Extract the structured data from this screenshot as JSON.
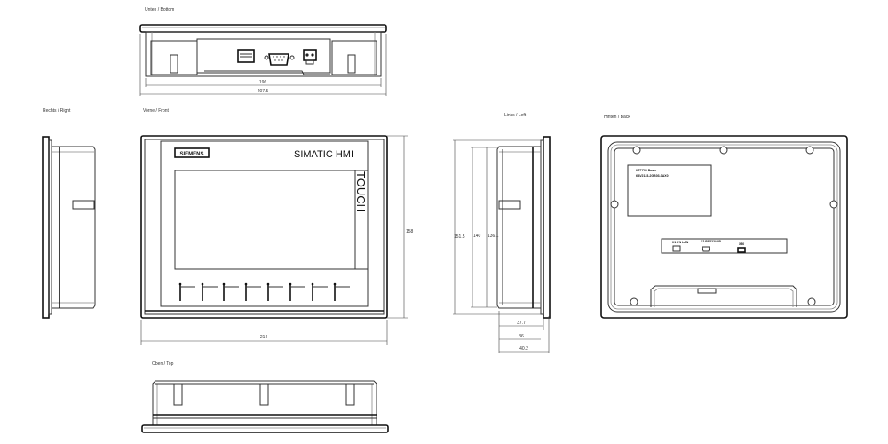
{
  "views": {
    "bottom": {
      "title": "Unten / Bottom",
      "dims": {
        "inner_width": "196",
        "outer_width": "207.5"
      }
    },
    "right": {
      "title": "Rechts / Right"
    },
    "front": {
      "title": "Vorne / Front",
      "logo": "SIEMENS",
      "brand": "SIMATIC HMI",
      "touch_label": "TOUCH",
      "function_keys": 8,
      "dims": {
        "width": "214",
        "height": "158"
      }
    },
    "left": {
      "title": "Links / Left",
      "dims": {
        "height_outer": "151.5",
        "height_mid": "140",
        "height_inner": "136.1",
        "depth_1": "37.7",
        "depth_2": "36",
        "depth_3": "40.2"
      }
    },
    "back": {
      "title": "Hinten / Back",
      "label_line1": "6AV2123-2GB03-0AX0",
      "label_line2": "KTP700 Basic",
      "connectors": [
        "X1 PN LAN",
        "X2 RS422/485",
        "X80"
      ]
    },
    "top": {
      "title": "Oben / Top"
    }
  },
  "colors": {
    "line": "#333333",
    "background": "#ffffff"
  }
}
